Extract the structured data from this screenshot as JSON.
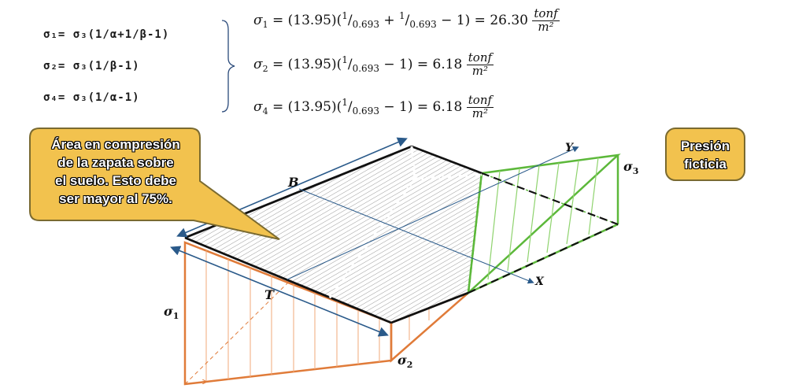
{
  "formulas": {
    "f1": "σ₁= σ₃(1/α+1/β-1)",
    "f2": "σ₂= σ₃(1/β-1)",
    "f4": "σ₄= σ₃(1/α-1)"
  },
  "equations": {
    "e1": {
      "lhs": "σ",
      "sub": "1",
      "body": " = (13.95)(",
      "t1": "1",
      "d1": "0.693",
      "mid": " + ",
      "t2": "1",
      "d2": "0.693",
      "tail": " − 1) = 26.30",
      "num": "tonf",
      "den": "m²"
    },
    "e2": {
      "lhs": "σ",
      "sub": "2",
      "body": " = (13.95)(",
      "t1": "1",
      "d1": "0.693",
      "tail": " − 1) = 6.18",
      "num": "tonf",
      "den": "m²"
    },
    "e4": {
      "lhs": "σ",
      "sub": "4",
      "body": " = (13.95)(",
      "t1": "1",
      "d1": "0.693",
      "tail": " − 1) = 6.18",
      "num": "tonf",
      "den": "m²"
    }
  },
  "callouts": {
    "area": [
      "Área en compresión",
      "de la zapata sobre",
      "el suelo. Esto debe",
      "ser mayor al 75%."
    ],
    "presion": [
      "Presión",
      "ficticia"
    ]
  },
  "labels": {
    "B": "B",
    "T": "T",
    "X": "X",
    "Y": "Y",
    "sigma": "σ",
    "s1": "1",
    "s2": "2",
    "s3": "3"
  },
  "colors": {
    "orange": "#e07b39",
    "green": "#5cb83a",
    "blue": "#2a5a8a",
    "callout_fill": "#f2c24e",
    "callout_border": "#7a6a30"
  }
}
